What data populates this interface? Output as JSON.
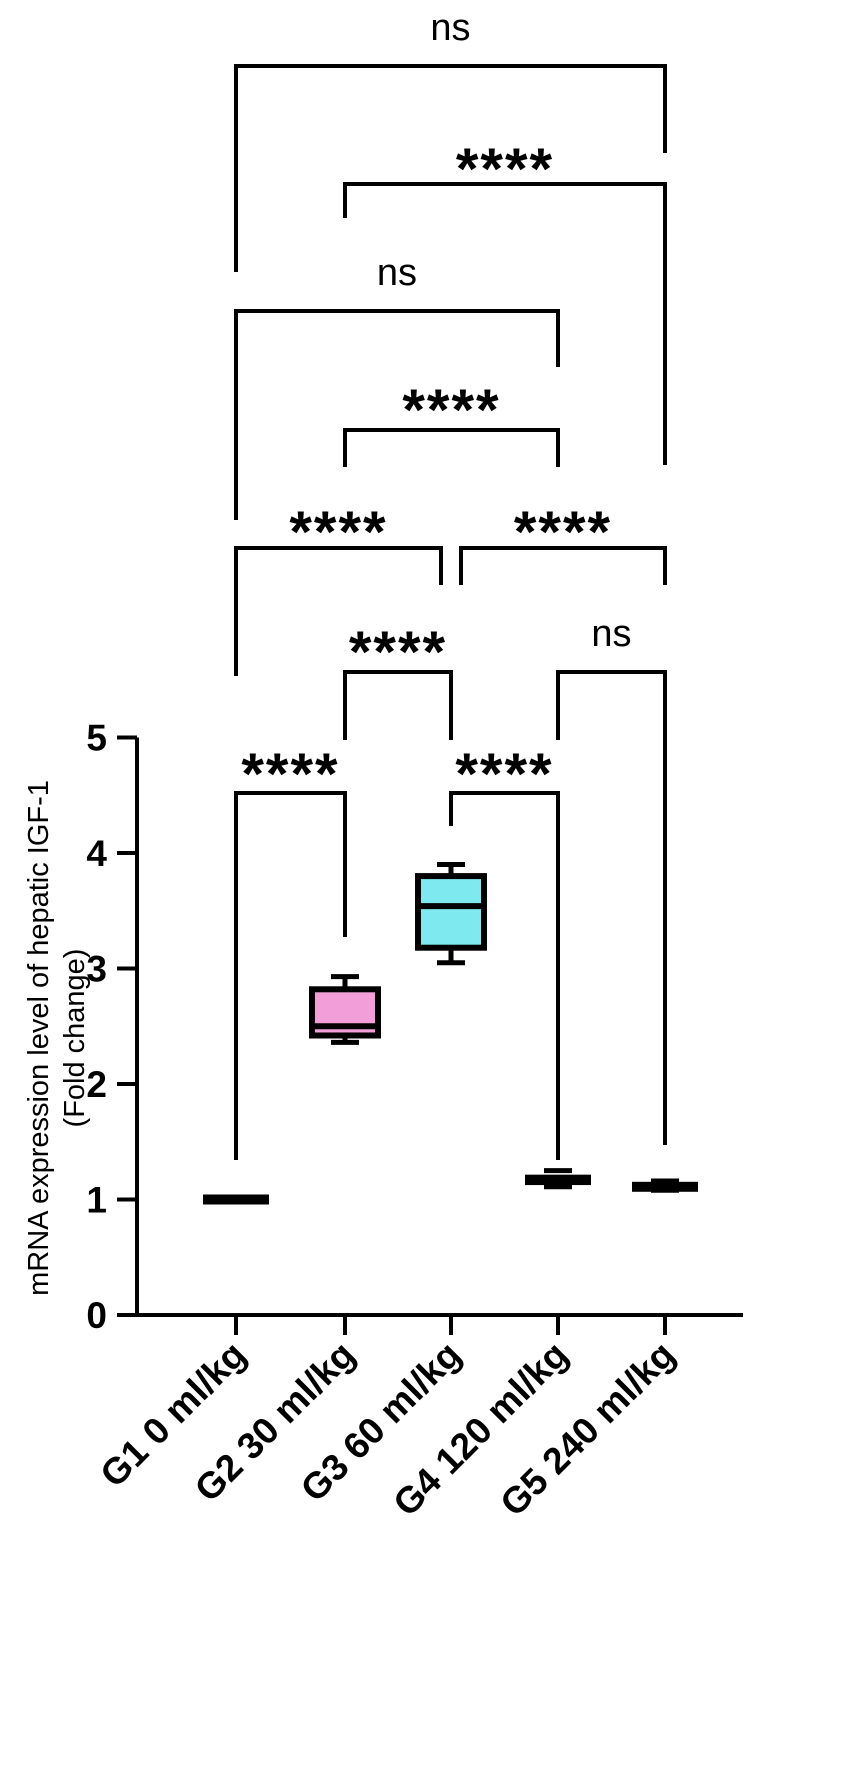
{
  "chart_data": {
    "type": "box",
    "ylabel_line1": "mRNA expression level of  hepatic IGF-1",
    "ylabel_line2": "(Fold change)",
    "ylim": [
      0,
      5
    ],
    "yticks": [
      "0",
      "1",
      "2",
      "3",
      "4",
      "5"
    ],
    "categories": [
      "G1 0 ml/kg",
      "G2 30 ml/kg",
      "G3 60 ml/kg",
      "G4 120 ml/kg",
      "G5 240 ml/kg"
    ],
    "boxes": [
      {
        "min": 1.0,
        "q1": 1.0,
        "median": 1.0,
        "q3": 1.0,
        "max": 1.0,
        "color": "#000000"
      },
      {
        "min": 2.36,
        "q1": 2.42,
        "median": 2.5,
        "q3": 2.82,
        "max": 2.93,
        "color": "#f29fd9"
      },
      {
        "min": 3.05,
        "q1": 3.18,
        "median": 3.54,
        "q3": 3.8,
        "max": 3.9,
        "color": "#7ee9ee"
      },
      {
        "min": 1.11,
        "q1": 1.14,
        "median": 1.17,
        "q3": 1.23,
        "max": 1.25,
        "color": "#000000"
      },
      {
        "min": 1.08,
        "q1": 1.09,
        "median": 1.11,
        "q3": 1.15,
        "max": 1.16,
        "color": "#000000"
      }
    ],
    "comparisons": [
      {
        "groups": [
          1,
          2
        ],
        "label": "****"
      },
      {
        "groups": [
          3,
          4
        ],
        "label": "****"
      },
      {
        "groups": [
          2,
          3
        ],
        "label": "****"
      },
      {
        "groups": [
          4,
          5
        ],
        "label": "ns"
      },
      {
        "groups": [
          1,
          3
        ],
        "label": "****"
      },
      {
        "groups": [
          3,
          5
        ],
        "label": "****"
      },
      {
        "groups": [
          2,
          4
        ],
        "label": "****"
      },
      {
        "groups": [
          1,
          4
        ],
        "label": "ns"
      },
      {
        "groups": [
          2,
          5
        ],
        "label": "****"
      },
      {
        "groups": [
          1,
          5
        ],
        "label": "ns"
      }
    ]
  }
}
